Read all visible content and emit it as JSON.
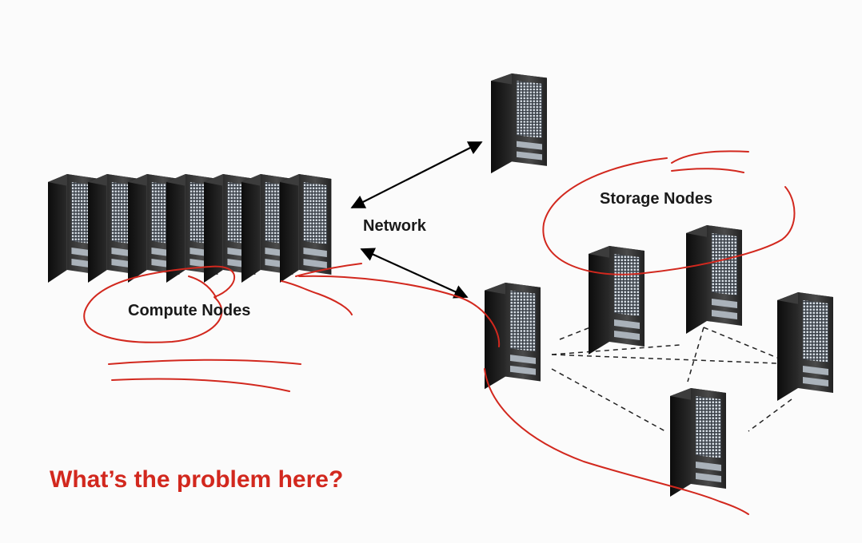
{
  "labels": {
    "compute": "Compute Nodes",
    "network": "Network",
    "storage": "Storage Nodes"
  },
  "question": "What’s the problem here?",
  "colors": {
    "annotation": "#d2281e",
    "server_dark": "#1e1e1e",
    "grille": "#c8d0d8"
  },
  "icons": [
    "server-icon",
    "double-arrow-icon",
    "dashed-link",
    "pen-annotation"
  ]
}
